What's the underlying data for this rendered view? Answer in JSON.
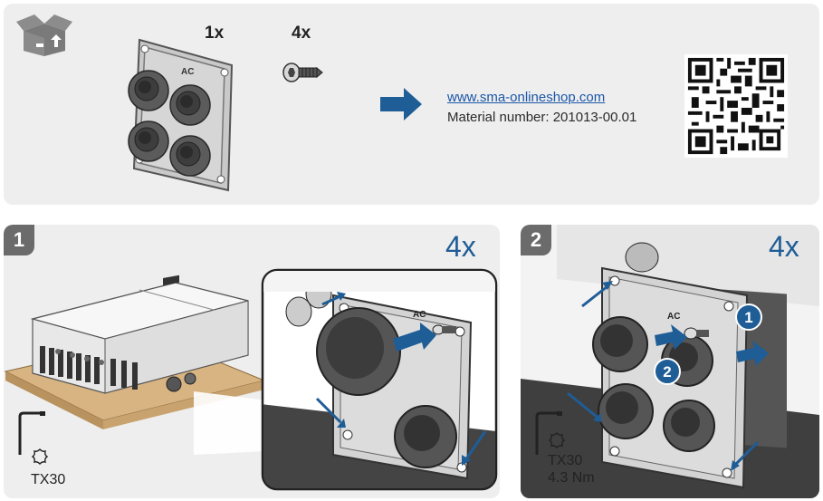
{
  "header": {
    "package_icon": "box-open-icon",
    "qty_plate": "1x",
    "qty_screws": "4x",
    "shop_link": "www.sma-onlineshop.com",
    "material_number": "Material number: 201013-00.01",
    "qr_icon": "qr-code-icon",
    "plate_label": "AC"
  },
  "step1": {
    "number": "1",
    "count": "4x",
    "tool_name": "TX30",
    "plate_label": "AC"
  },
  "step2": {
    "number": "2",
    "count": "4x",
    "tool_name": "TX30",
    "torque": "4.3 Nm",
    "plate_label": "AC",
    "order_first": "1",
    "order_second": "2"
  },
  "colors": {
    "accent_blue": "#1f5d97",
    "panel_bg": "#eeeeee",
    "wood": "#d9b483"
  }
}
